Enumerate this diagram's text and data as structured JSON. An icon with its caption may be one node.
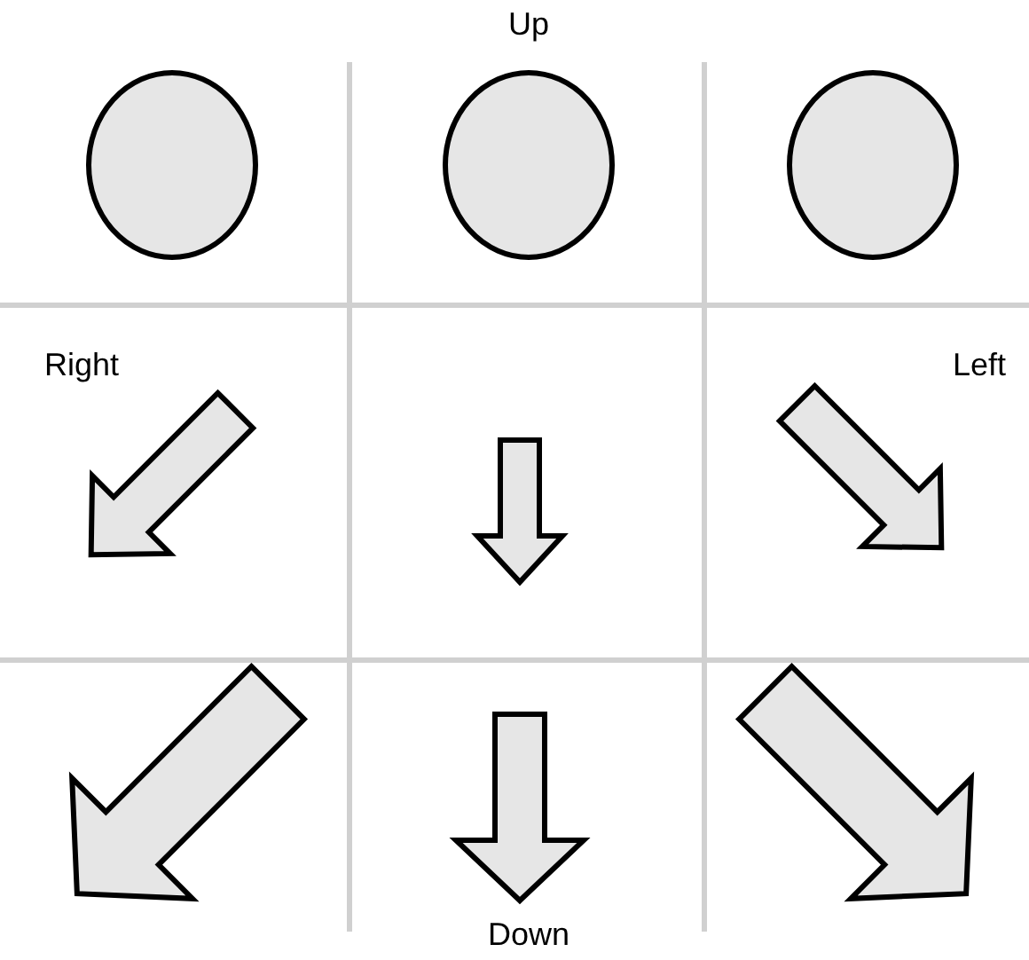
{
  "diagram": {
    "nodes": [
      {
        "text": [],
        "shape": "circle"
      },
      {
        "text": [],
        "shape": "circle"
      },
      {
        "text": [],
        "shape": "circle"
      }
    ],
    "labels": [
      "Up",
      "Right",
      "Left",
      "Down"
    ]
  }
}
